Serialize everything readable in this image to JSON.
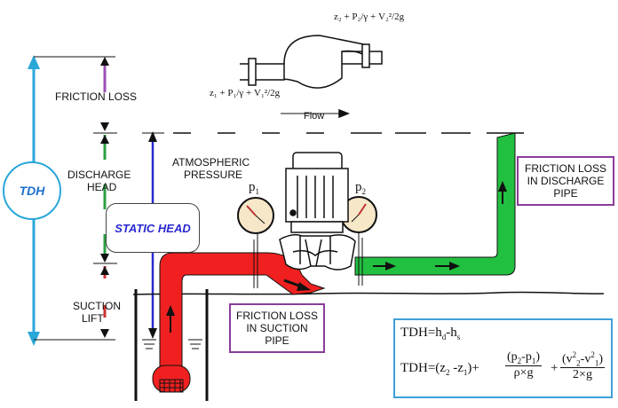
{
  "labels": {
    "friction_loss": "FRICTION LOSS",
    "discharge_head_1": "DISCHARGE",
    "discharge_head_2": "HEAD",
    "suction_lift_1": "SUCTION",
    "suction_lift_2": "LIFT",
    "atmospheric_1": "ATMOSPHERIC",
    "atmospheric_2": "PRESSURE",
    "flow": "Flow",
    "tdh": "TDH",
    "static_head": "STATIC HEAD",
    "p1": "p",
    "p1_sub": "1",
    "p2": "p",
    "p2_sub": "2"
  },
  "boxes": {
    "friction_discharge": [
      "FRICTION LOSS",
      "IN DISCHARGE",
      "PIPE"
    ],
    "friction_suction": [
      "FRICTION LOSS",
      "IN SUCTION",
      "PIPE"
    ]
  },
  "equations": {
    "tdh_simple": "TDH=h",
    "tdh_simple_sub1": "d",
    "tdh_simple_mid": "-h",
    "tdh_simple_sub2": "s",
    "tdh_full_prefix": "TDH=(z",
    "tdh_full_z2": "2",
    "tdh_full_mid": " -z",
    "tdh_full_z1": "1",
    "tdh_full_close": ")+",
    "frac1_num": "(p",
    "frac1_num_s2": "2",
    "frac1_num_mid": "-p",
    "frac1_num_s1": "1",
    "frac1_num_end": ")",
    "frac1_den": "ρ×g",
    "plus": "+",
    "frac2_num": "(v",
    "frac2_num_mid": "-v",
    "frac2_num_end": ")",
    "frac2_den": "2×g",
    "top_eq": "z₂ + P₂/γ + V₂²/2g",
    "bottom_eq": "z₁ + P₁/γ + V₁²/2g"
  },
  "colors": {
    "suction_pipe": "#f02020",
    "discharge_pipe": "#22c040",
    "tdh_arrow": "#2aa7d9",
    "friction_arrow": "#9b4fb5",
    "discharge_arrow": "#2aa040",
    "suction_arrow": "#d03030",
    "static_arrow": "#2a2ad0",
    "box_border": "#8a3d9a"
  }
}
